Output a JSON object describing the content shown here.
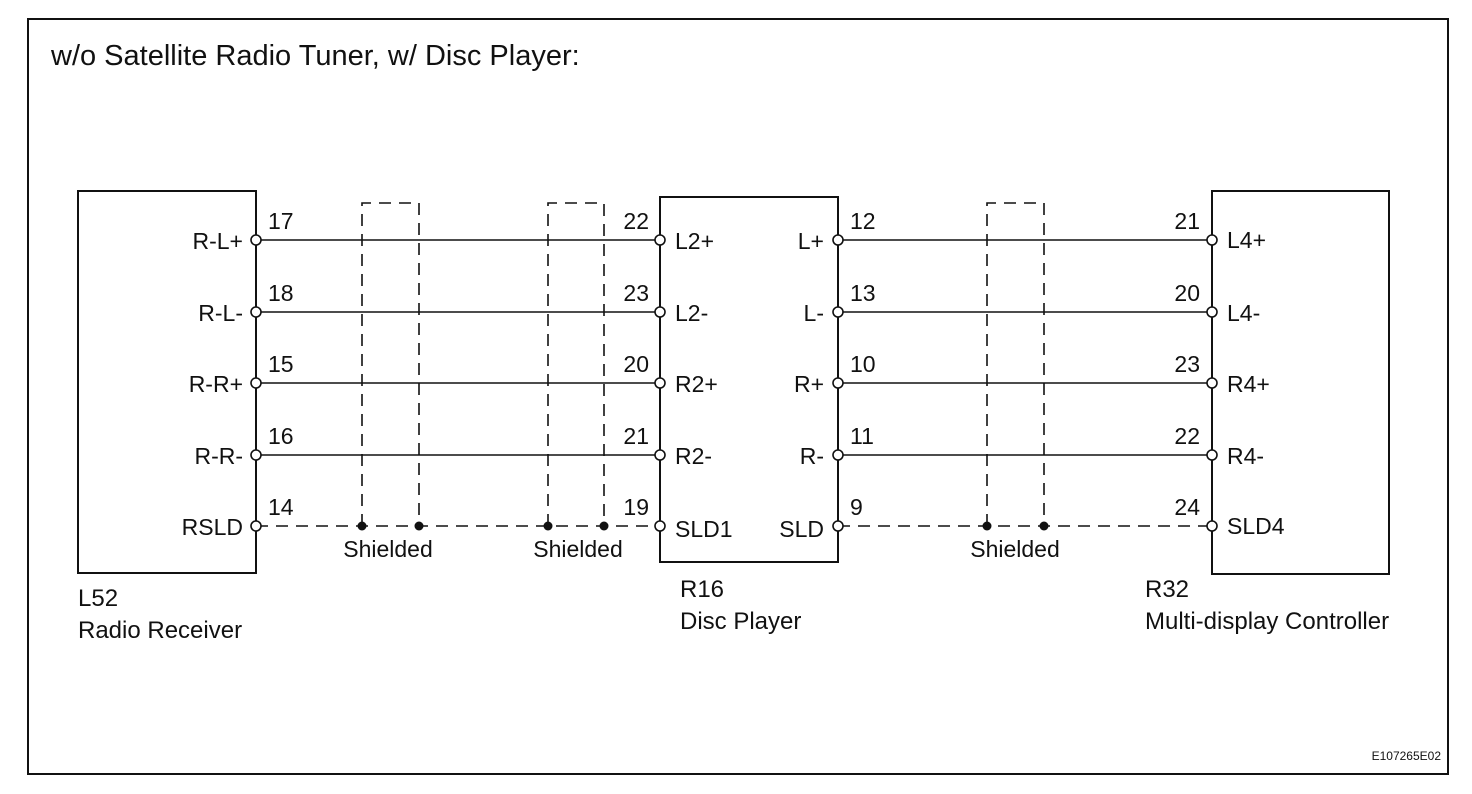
{
  "title": "w/o Satellite Radio Tuner, w/ Disc Player:",
  "diagram_code": "E107265E02",
  "shield_label": "Shielded",
  "components": {
    "radio_receiver": {
      "code": "L52",
      "name": "Radio Receiver",
      "pins": [
        {
          "name": "R-L+",
          "num": "17"
        },
        {
          "name": "R-L-",
          "num": "18"
        },
        {
          "name": "R-R+",
          "num": "15"
        },
        {
          "name": "R-R-",
          "num": "16"
        },
        {
          "name": "RSLD",
          "num": "14"
        }
      ]
    },
    "disc_player": {
      "code": "R16",
      "name": "Disc Player",
      "left_pins": [
        {
          "name": "L2+",
          "num": "22"
        },
        {
          "name": "L2-",
          "num": "23"
        },
        {
          "name": "R2+",
          "num": "20"
        },
        {
          "name": "R2-",
          "num": "21"
        },
        {
          "name": "SLD1",
          "num": "19"
        }
      ],
      "right_pins": [
        {
          "name": "L+",
          "num": "12"
        },
        {
          "name": "L-",
          "num": "13"
        },
        {
          "name": "R+",
          "num": "10"
        },
        {
          "name": "R-",
          "num": "11"
        },
        {
          "name": "SLD",
          "num": "9"
        }
      ]
    },
    "multi_display": {
      "code": "R32",
      "name": "Multi-display Controller",
      "pins": [
        {
          "name": "L4+",
          "num": "21"
        },
        {
          "name": "L4-",
          "num": "20"
        },
        {
          "name": "R4+",
          "num": "23"
        },
        {
          "name": "R4-",
          "num": "22"
        },
        {
          "name": "SLD4",
          "num": "24"
        }
      ]
    }
  }
}
